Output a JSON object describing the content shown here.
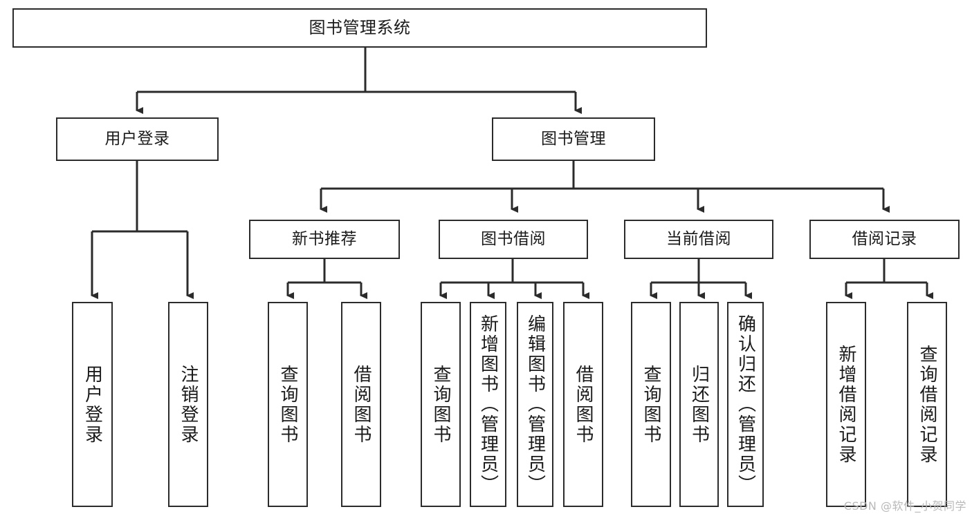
{
  "diagram": {
    "title": "图书管理系统",
    "type": "tree-hierarchy-diagram",
    "watermark": "CSDN @软件_小贺同学",
    "colors": {
      "box_border": "#2b2b2b",
      "box_fill": "#ffffff",
      "connector": "#2b2b2b",
      "text": "#1a1a1a",
      "watermark": "#b9b9b9"
    },
    "nodes": {
      "root": {
        "label": "图书管理系统"
      },
      "level2": [
        {
          "label": "用户登录"
        },
        {
          "label": "图书管理"
        }
      ],
      "level3": [
        {
          "label": "新书推荐"
        },
        {
          "label": "图书借阅"
        },
        {
          "label": "当前借阅"
        },
        {
          "label": "借阅记录"
        }
      ],
      "leaves": {
        "user_login": [
          {
            "label": "用户登录"
          },
          {
            "label": "注销登录"
          }
        ],
        "new_book_recommend": [
          {
            "label": "查询图书"
          },
          {
            "label": "借阅图书"
          }
        ],
        "book_borrow": [
          {
            "label": "查询图书"
          },
          {
            "label": "新增图书（管理员）"
          },
          {
            "label": "编辑图书（管理员）"
          },
          {
            "label": "借阅图书"
          }
        ],
        "current_borrow": [
          {
            "label": "查询图书"
          },
          {
            "label": "归还图书"
          },
          {
            "label": "确认归还（管理员）"
          }
        ],
        "borrow_record": [
          {
            "label": "新增借阅记录"
          },
          {
            "label": "查询借阅记录"
          }
        ]
      }
    }
  }
}
